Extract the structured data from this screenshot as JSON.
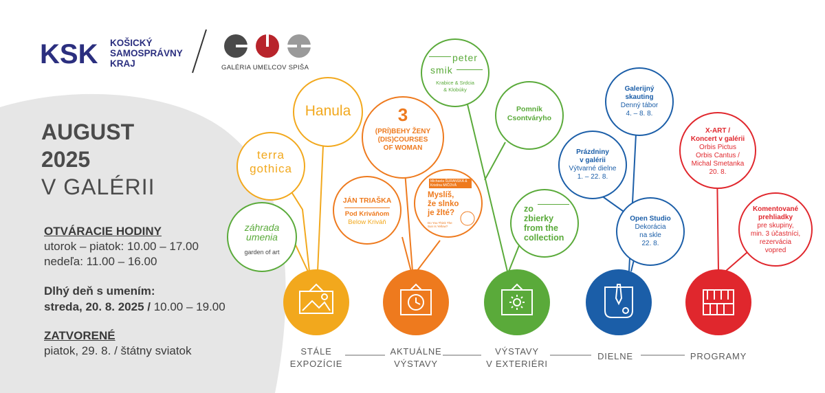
{
  "header": {
    "ksk_monogram": "KSK",
    "ksk_name": [
      "KOŠICKÝ",
      "SAMOSPRÁVNY",
      "KRAJ"
    ],
    "gallery_name": "GALÉRIA UMELCOV SPIŠA"
  },
  "title": {
    "month_year": [
      "AUGUST",
      "2025"
    ],
    "subtitle": "V GALÉRII"
  },
  "hours": {
    "heading": "OTVÁRACIE HODINY",
    "weekdays": "utorok – piatok: 10.00 – 17.00",
    "sunday": "nedeľa: 11.00 – 16.00"
  },
  "long_day": {
    "heading": "Dlhý deň s umením:",
    "date": "streda, 20. 8. 2025 /",
    "time": " 10.00 – 19.00"
  },
  "closed": {
    "heading": "ZATVORENÉ",
    "text": "piatok, 29. 8. / štátny sviatok"
  },
  "categories": [
    {
      "label": [
        "STÁLE",
        "EXPOZÍCIE"
      ],
      "color": "#f2a81d",
      "icon": "picture-frame-icon"
    },
    {
      "label": [
        "AKTUÁLNE",
        "VÝSTAVY"
      ],
      "color": "#ee7a1e",
      "icon": "clock-frame-icon"
    },
    {
      "label": [
        "VÝSTAVY",
        "V EXTERIÉRI"
      ],
      "color": "#5aaa3a",
      "icon": "sun-frame-icon"
    },
    {
      "label": [
        "DIELNE"
      ],
      "color": "#1b5ea8",
      "icon": "palette-brush-icon"
    },
    {
      "label": [
        "PROGRAMY"
      ],
      "color": "#e0272d",
      "icon": "piano-icon"
    }
  ],
  "permanent": {
    "hanula": "Hanula",
    "terra": [
      "terra",
      "gothica"
    ],
    "zahrada": [
      "záhrada",
      "umenia"
    ],
    "garden": "garden of art"
  },
  "current": {
    "triaska": {
      "name": "JÁN TRIAŠKA",
      "title": "Pod Kriváňom",
      "title_en": "Below Kriváň"
    },
    "pribehy": {
      "num": "3",
      "line1": "(PRÍ)BEHY ŽENY",
      "line2": "(DIS)COURSES",
      "line3": "OF WOMAN"
    },
    "myslis": {
      "authors": "Michaela ŠURANSKÁ & Kristína MIČOVÁ",
      "line1": "Myslíš,",
      "line2": "že slnko",
      "line3": "je žlté?",
      "en": "Do You Think The Sun Is Yellow?"
    }
  },
  "exterior": {
    "peter": {
      "line1": "peter",
      "line2": "smik",
      "sub1": "Krabice & Srdcia",
      "sub2": "& Klobúky"
    },
    "pomnik": [
      "Pomník",
      "Csontváryho"
    ],
    "zbierky": [
      "zo",
      "zbierky",
      "from the",
      "collection"
    ]
  },
  "workshops": {
    "skauting": {
      "title": [
        "Galerijný",
        "skauting"
      ],
      "sub": "Denný tábor",
      "date": "4. – 8. 8."
    },
    "prazdniny": {
      "title": [
        "Prázdniny",
        "v galérii"
      ],
      "sub": "Výtvarné dielne",
      "date": "1. – 22. 8."
    },
    "studio": {
      "title": "Open Studio",
      "sub": [
        "Dekorácia",
        "na skle"
      ],
      "date": "22. 8."
    }
  },
  "programs": {
    "xart": {
      "title": [
        "X-ART /",
        "Koncert v galérii"
      ],
      "lines": [
        "Orbis Pictus",
        "Orbis Cantus /",
        "Michal Smetanka",
        "20. 8."
      ]
    },
    "komentovane": {
      "title": [
        "Komentované",
        "prehliadky"
      ],
      "lines": [
        "pre skupiny,",
        "min. 3 účastníci,",
        "rezervácia",
        "vopred"
      ]
    }
  }
}
